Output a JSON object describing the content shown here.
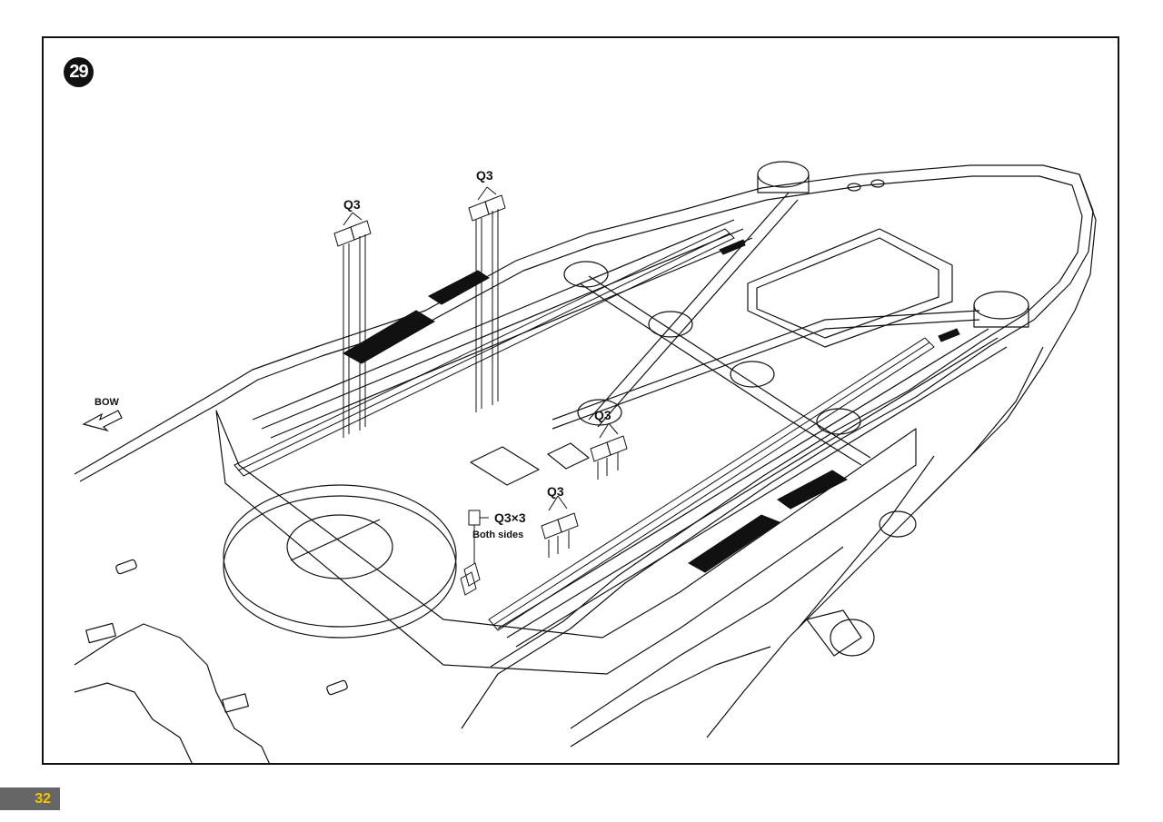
{
  "step": {
    "number": "29"
  },
  "labels": {
    "part_q3": "Q3",
    "part_q3x3": "Q3×3",
    "both_sides": "Both sides",
    "bow": "BOW"
  },
  "page": {
    "number": "32"
  },
  "colors": {
    "line": "#111111",
    "page_tab": "#666666",
    "page_number": "#f5c400"
  }
}
